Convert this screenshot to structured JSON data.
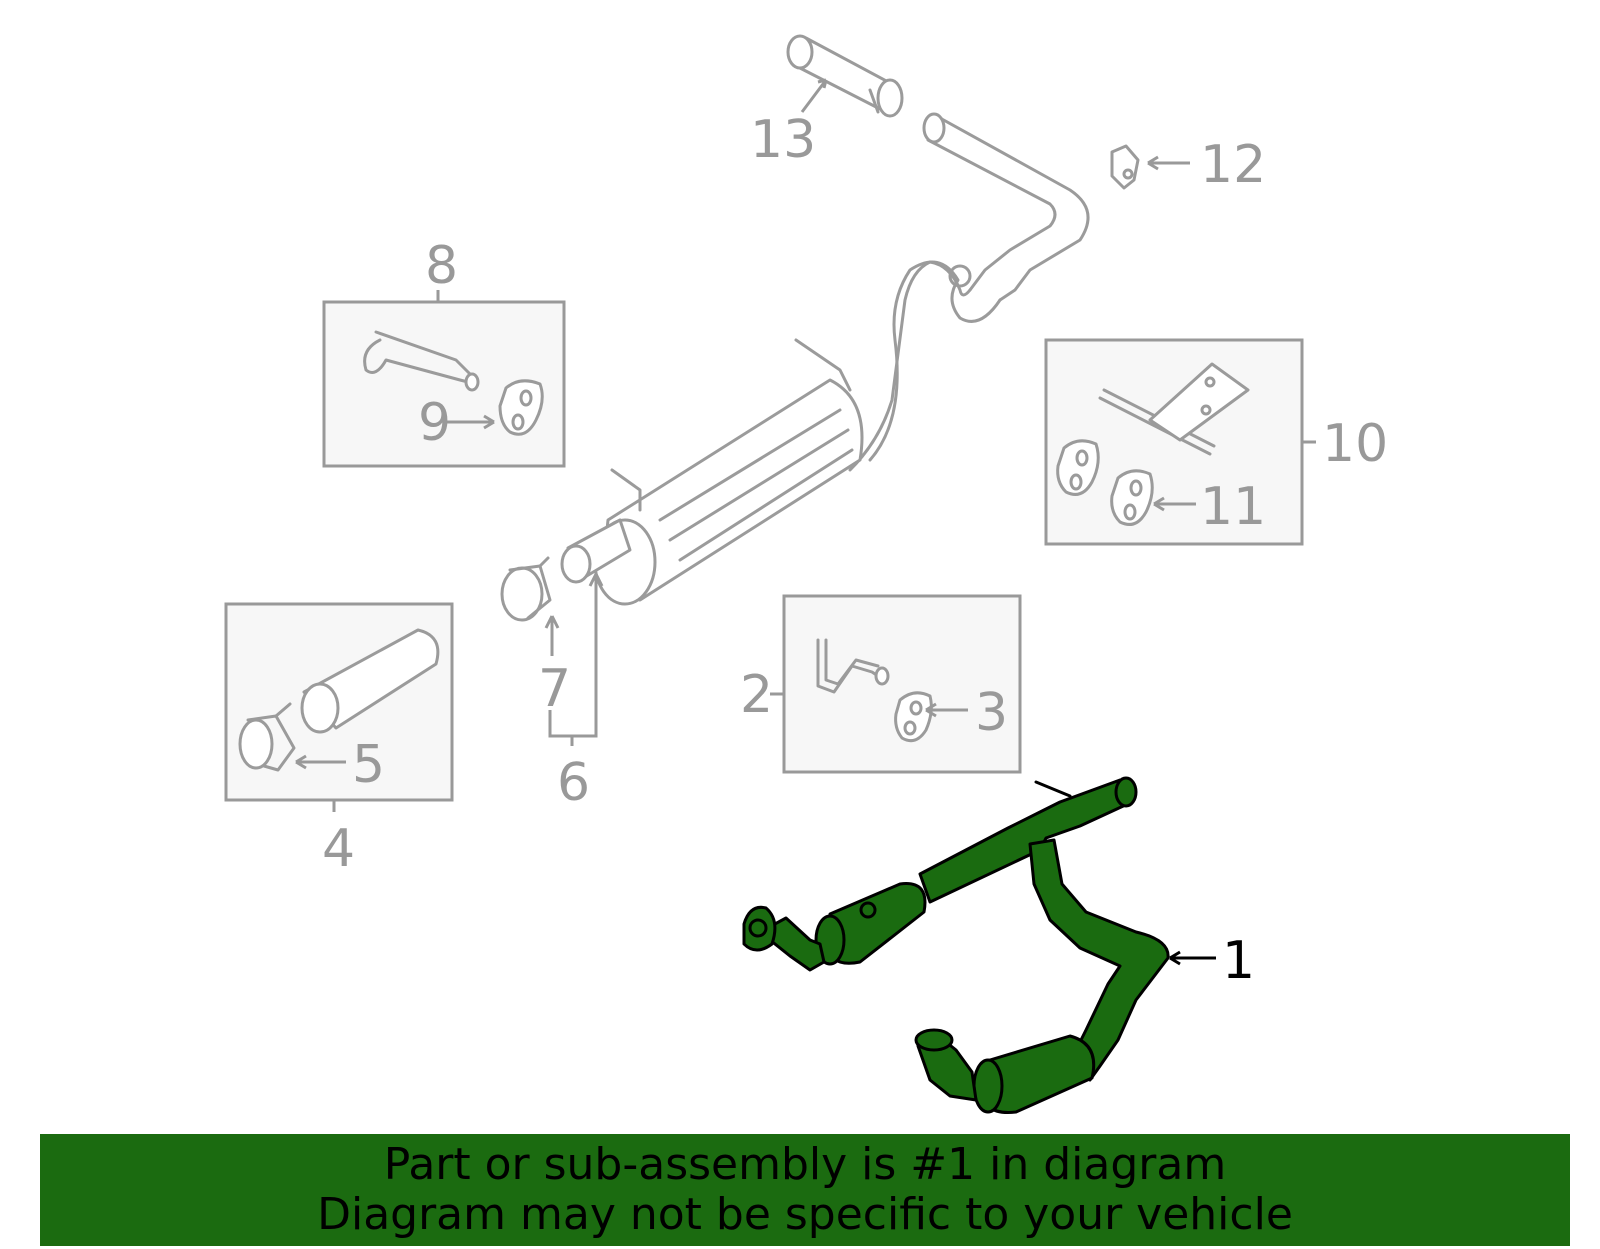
{
  "diagram": {
    "callouts": {
      "c1": "1",
      "c2": "2",
      "c3": "3",
      "c4": "4",
      "c5": "5",
      "c6": "6",
      "c7": "7",
      "c8": "8",
      "c9": "9",
      "c10": "10",
      "c11": "11",
      "c12": "12",
      "c13": "13"
    },
    "colors": {
      "highlight": "#1a6b10",
      "banner": "#1b6b10",
      "part_stroke": "#9b9b9b",
      "callout_text": "#999999"
    }
  },
  "banner": {
    "line1": "Part or sub-assembly is #1 in diagram",
    "line2": "Diagram may not be specific to your vehicle"
  }
}
